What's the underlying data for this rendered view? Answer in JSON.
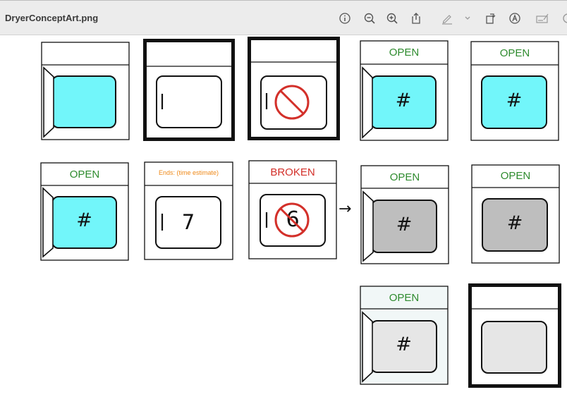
{
  "window": {
    "title": "DryerConceptArt.png"
  },
  "toolbar": {
    "icons": [
      "info-icon",
      "zoom-out-icon",
      "zoom-in-icon",
      "share-icon",
      "markup-pen-icon",
      "chevron-down-icon",
      "rotate-icon",
      "markup-circle-a-icon",
      "signature-icon"
    ]
  },
  "dryers": {
    "d1": {
      "header": "",
      "door_text": ""
    },
    "d2": {
      "header": "",
      "door_text": ""
    },
    "d3": {
      "header": "",
      "door_text": ""
    },
    "d4": {
      "header": "OPEN",
      "door_text": "#"
    },
    "d5": {
      "header": "OPEN",
      "door_text": "#"
    },
    "d6": {
      "header": "OPEN",
      "door_text": "#"
    },
    "d7": {
      "header": "Ends: (time estimate)",
      "door_text": "7"
    },
    "d8": {
      "header": "BROKEN",
      "door_text": "6"
    },
    "d9": {
      "header": "OPEN",
      "door_text": "#"
    },
    "d10": {
      "header": "OPEN",
      "door_text": "#"
    },
    "d11": {
      "header": "OPEN",
      "door_text": "#"
    },
    "d12": {
      "header": "",
      "door_text": ""
    }
  },
  "arrow": "→",
  "colors": {
    "cyan": "#72f6fa",
    "gray": "#bebebe",
    "light_gray": "#e6e6e6",
    "green": "#2e8b2e",
    "red": "#d3302a",
    "orange": "#ef8a1a"
  }
}
